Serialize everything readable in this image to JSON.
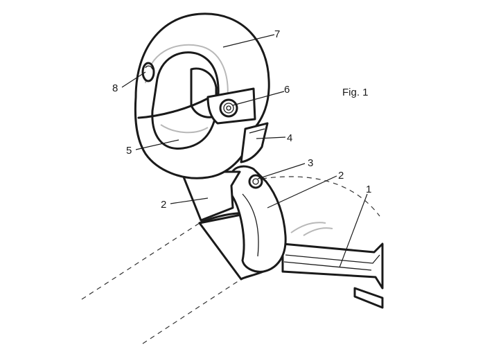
{
  "figure": {
    "title": "Fig. 1",
    "labels": {
      "l1": "1",
      "l2a": "2",
      "l2b": "2",
      "l3": "3",
      "l4": "4",
      "l5": "5",
      "l6": "6",
      "l7": "7",
      "l8": "8"
    }
  }
}
